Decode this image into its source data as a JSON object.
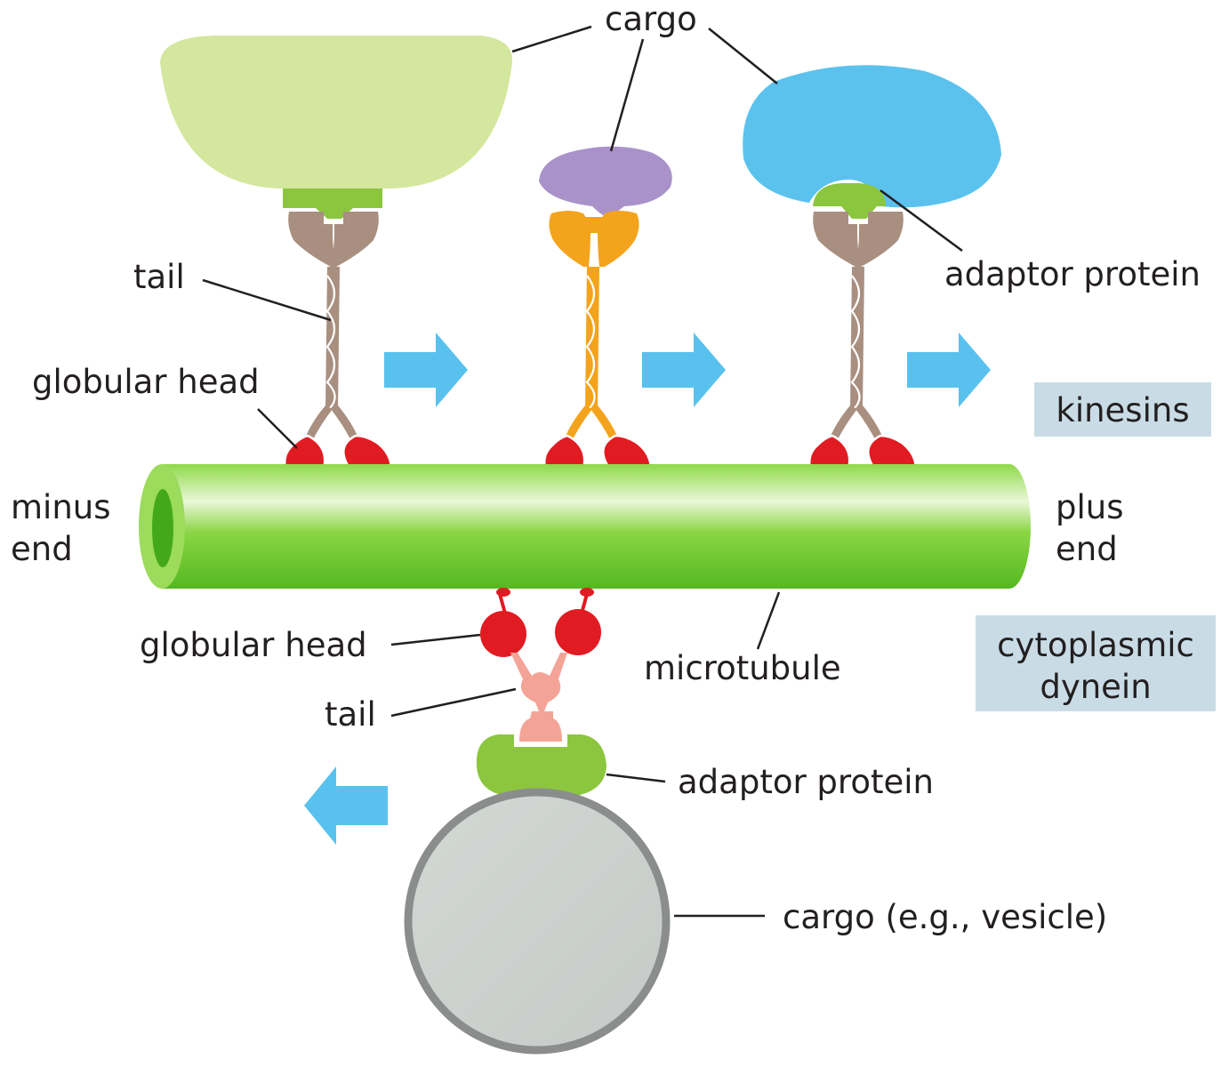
{
  "labels": {
    "cargo_top": "cargo",
    "tail_top": "tail",
    "globular_head_top": "globular head",
    "adaptor_protein_top": "adaptor protein",
    "minus_end_line1": "minus",
    "minus_end_line2": "end",
    "plus_end_line1": "plus",
    "plus_end_line2": "end",
    "globular_head_bottom": "globular head",
    "tail_bottom": "tail",
    "microtubule": "microtubule",
    "adaptor_protein_bottom": "adaptor protein",
    "cargo_vesicle": "cargo (e.g., vesicle)"
  },
  "boxes": {
    "kinesins": "kinesins",
    "dynein_line1": "cytoplasmic",
    "dynein_line2": "dynein"
  },
  "colors": {
    "microtubule": "#7ccf3a",
    "head": "#e11b22",
    "kinesin1_tail": "#a98f80",
    "kinesin2_tail": "#f4a31c",
    "dynein_tail": "#f4a497",
    "adaptor": "#8cc63f",
    "cargo_green": "#d4e79e",
    "cargo_purple": "#a992c9",
    "cargo_blue": "#5bc2ee",
    "vesicle": "#cdd2cf",
    "arrow": "#59c1ee",
    "label_box": "#c9dce6"
  }
}
